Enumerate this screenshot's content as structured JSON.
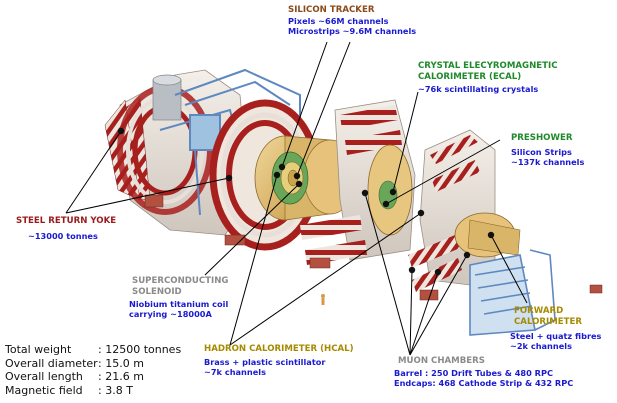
{
  "labels": {
    "tracker": {
      "title": "SILICON TRACKER",
      "lines": [
        "Pixels ~66M channels",
        "Microstrips ~9.6M channels"
      ]
    },
    "ecal": {
      "title_lines": [
        "CRYSTAL ELECYROMAGNETIC",
        "CALORIMETER (ECAL)"
      ],
      "lines": [
        "~76k scintillating crystals"
      ]
    },
    "preshower": {
      "title": "PRESHOWER",
      "lines": [
        "Silicon Strips",
        "~137k channels"
      ]
    },
    "yoke": {
      "title": "STEEL RETURN YOKE",
      "lines": [
        "~13000 tonnes"
      ]
    },
    "solenoid": {
      "title_lines": [
        "SUPERCONDUCTING",
        "SOLENOID"
      ],
      "lines": [
        "Niobium titanium coil",
        "carrying ~18000A"
      ]
    },
    "hcal": {
      "title": "HADRON CALORIMETER (HCAL)",
      "lines": [
        "Brass + plastic scintillator",
        "~7k channels"
      ]
    },
    "muon": {
      "title": "MUON CHAMBERS",
      "lines": [
        "Barrel : 250 Drift Tubes & 480 RPC",
        "Endcaps: 468 Cathode Strip & 432 RPC"
      ]
    },
    "forward": {
      "title_lines": [
        "FORWARD",
        "CALORIMETER"
      ],
      "lines": [
        "Steel + quatz fibres",
        "~2k channels"
      ]
    }
  },
  "stats": [
    {
      "key": "Total weight",
      "value": ": 12500 tonnes"
    },
    {
      "key": "Overall diameter",
      "value": ": 15.0 m"
    },
    {
      "key": "Overall length",
      "value": ":  21.6 m"
    },
    {
      "key": "Magnetic field",
      "value": ":  3.8 T"
    }
  ],
  "colors": {
    "yoke_red": "#a8201e",
    "yoke_light": "#e8e0d8",
    "hcal_gold": "#d9b56a",
    "muon_gray": "#c8c8c8",
    "frame_blue": "#7aa6d6",
    "label_blue": "#1a1ad0"
  }
}
